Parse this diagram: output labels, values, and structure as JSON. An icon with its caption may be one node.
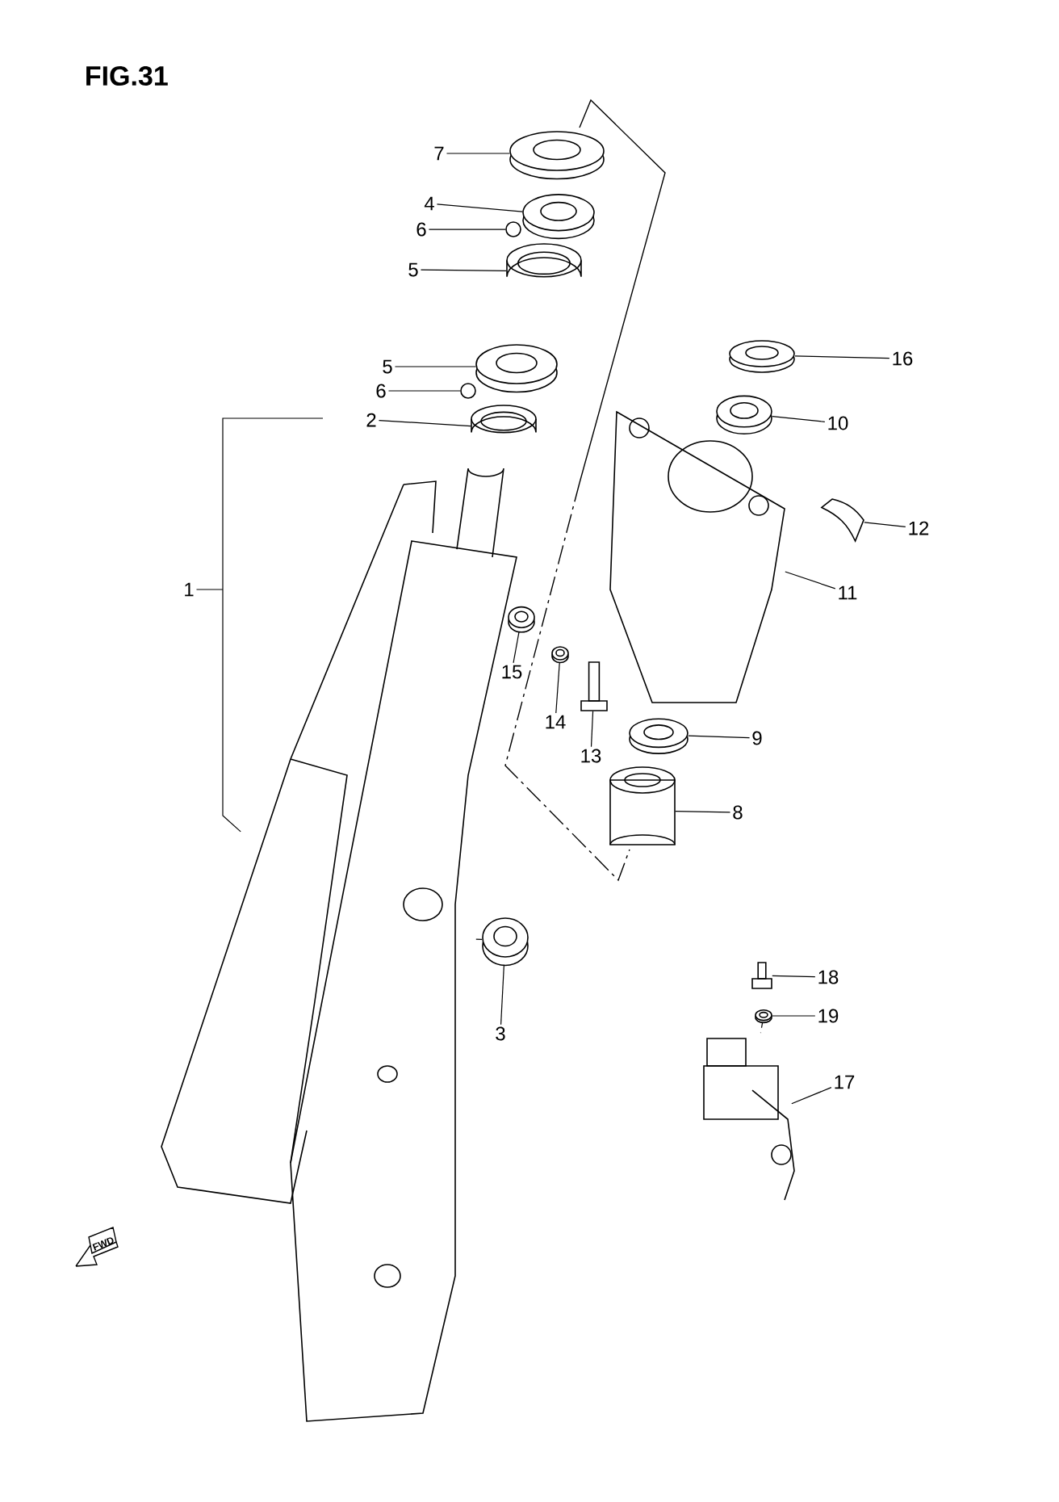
{
  "diagram": {
    "title": "FIG.31",
    "nodes": [
      {
        "text": [
          "7"
        ]
      },
      {
        "text": [],
        "shape": "picture"
      },
      {
        "text": [
          "4"
        ]
      },
      {
        "text": [],
        "shape": "picture"
      },
      {
        "text": [
          "6"
        ]
      },
      {
        "text": [],
        "shape": "circle"
      },
      {
        "text": [
          "5"
        ]
      },
      {
        "text": [],
        "shape": "picture"
      },
      {
        "text": [
          "5"
        ]
      },
      {
        "text": [],
        "shape": "picture"
      },
      {
        "text": [
          "6"
        ]
      },
      {
        "text": [],
        "shape": "circle"
      },
      {
        "text": [
          "2"
        ]
      },
      {
        "text": [],
        "shape": "picture"
      },
      {
        "text": [
          "16"
        ]
      },
      {
        "text": [],
        "shape": "picture"
      },
      {
        "text": [
          "10"
        ]
      },
      {
        "text": [],
        "shape": "picture"
      },
      {
        "text": [
          "1"
        ]
      },
      {
        "text": [],
        "shape": "picture"
      },
      {
        "text": [
          "12"
        ]
      },
      {
        "text": [],
        "shape": "picture"
      },
      {
        "text": [
          "11"
        ]
      },
      {
        "text": [],
        "shape": "picture"
      },
      {
        "text": [
          "15"
        ]
      },
      {
        "text": [],
        "shape": "picture"
      },
      {
        "text": [
          "14"
        ]
      },
      {
        "text": [],
        "shape": "picture"
      },
      {
        "text": [
          "13"
        ]
      },
      {
        "text": [],
        "shape": "picture"
      },
      {
        "text": [
          "9"
        ]
      },
      {
        "text": [],
        "shape": "picture"
      },
      {
        "text": [
          "8"
        ]
      },
      {
        "text": [],
        "shape": "picture"
      },
      {
        "text": [
          "3"
        ]
      },
      {
        "text": [],
        "shape": "picture"
      },
      {
        "text": [
          "18"
        ]
      },
      {
        "text": [],
        "shape": "picture"
      },
      {
        "text": [
          "19"
        ]
      },
      {
        "text": [],
        "shape": "picture"
      },
      {
        "text": [
          "17"
        ]
      },
      {
        "text": [],
        "shape": "picture"
      }
    ],
    "edges": [
      {
        "from": 0,
        "to": 1,
        "arrow": "none"
      },
      {
        "from": 2,
        "to": 3,
        "arrow": "none"
      },
      {
        "from": 4,
        "to": 5,
        "arrow": "none"
      },
      {
        "from": 6,
        "to": 7,
        "arrow": "none"
      },
      {
        "from": 8,
        "to": 9,
        "arrow": "none"
      },
      {
        "from": 10,
        "to": 11,
        "arrow": "none"
      },
      {
        "from": 12,
        "to": 13,
        "arrow": "none"
      },
      {
        "from": 14,
        "to": 15,
        "arrow": "none"
      },
      {
        "from": 16,
        "to": 17,
        "arrow": "none"
      },
      {
        "from": 18,
        "to": 19,
        "arrow": "none"
      },
      {
        "from": 20,
        "to": 21,
        "arrow": "none"
      },
      {
        "from": 22,
        "to": 23,
        "arrow": "none"
      },
      {
        "from": 24,
        "to": 25,
        "arrow": "none"
      },
      {
        "from": 26,
        "to": 27,
        "arrow": "none"
      },
      {
        "from": 28,
        "to": 29,
        "arrow": "none"
      },
      {
        "from": 30,
        "to": 31,
        "arrow": "none"
      },
      {
        "from": 32,
        "to": 33,
        "arrow": "none"
      },
      {
        "from": 34,
        "to": 35,
        "arrow": "none"
      },
      {
        "from": 35,
        "to": 19,
        "arrow": "none"
      },
      {
        "from": 36,
        "to": 37,
        "arrow": "none"
      },
      {
        "from": 38,
        "to": 39,
        "arrow": "none"
      },
      {
        "from": 40,
        "to": 41,
        "arrow": "none"
      },
      {
        "from": 39,
        "to": 41,
        "arrow": "none",
        "style": "dashed"
      }
    ],
    "labels": [
      "FWD"
    ]
  }
}
